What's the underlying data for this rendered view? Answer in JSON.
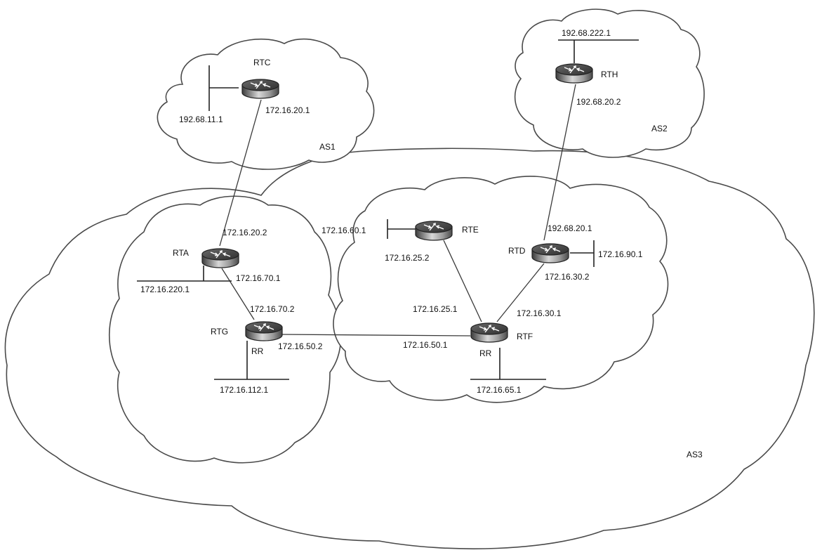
{
  "autonomous_systems": [
    {
      "id": "as1",
      "label": "AS1"
    },
    {
      "id": "as2",
      "label": "AS2"
    },
    {
      "id": "as3",
      "label": "AS3"
    }
  ],
  "routers": [
    {
      "id": "rtc",
      "label": "RTC"
    },
    {
      "id": "rth",
      "label": "RTH"
    },
    {
      "id": "rta",
      "label": "RTA"
    },
    {
      "id": "rte",
      "label": "RTE"
    },
    {
      "id": "rtd",
      "label": "RTD"
    },
    {
      "id": "rtg",
      "label": "RTG",
      "role": "RR"
    },
    {
      "id": "rtf",
      "label": "RTF",
      "role": "RR"
    }
  ],
  "addresses": {
    "rtc_lan": "192.68.11.1",
    "rtc_wan": "172.16.20.1",
    "rth_lan": "192.68.222.1",
    "rth_wan": "192.68.20.2",
    "rta_up": "172.16.20.2",
    "rta_lan": "172.16.220.1",
    "rta_down": "172.16.70.1",
    "rtg_up": "172.16.70.2",
    "rtg_right": "172.16.50.2",
    "rtg_lan": "172.16.112.1",
    "rte_lan": "172.16.60.1",
    "rte_down": "172.16.25.2",
    "rtd_up": "192.68.20.1",
    "rtd_lan": "172.16.90.1",
    "rtd_down": "172.16.30.2",
    "rtf_e": "172.16.25.1",
    "rtf_d": "172.16.30.1",
    "rtf_g": "172.16.50.1",
    "rtf_lan": "172.16.65.1"
  },
  "links": [
    [
      "rtc",
      "rta"
    ],
    [
      "rth",
      "rtd"
    ],
    [
      "rta",
      "rtg"
    ],
    [
      "rtg",
      "rtf"
    ],
    [
      "rte",
      "rtf"
    ],
    [
      "rtd",
      "rtf"
    ]
  ]
}
